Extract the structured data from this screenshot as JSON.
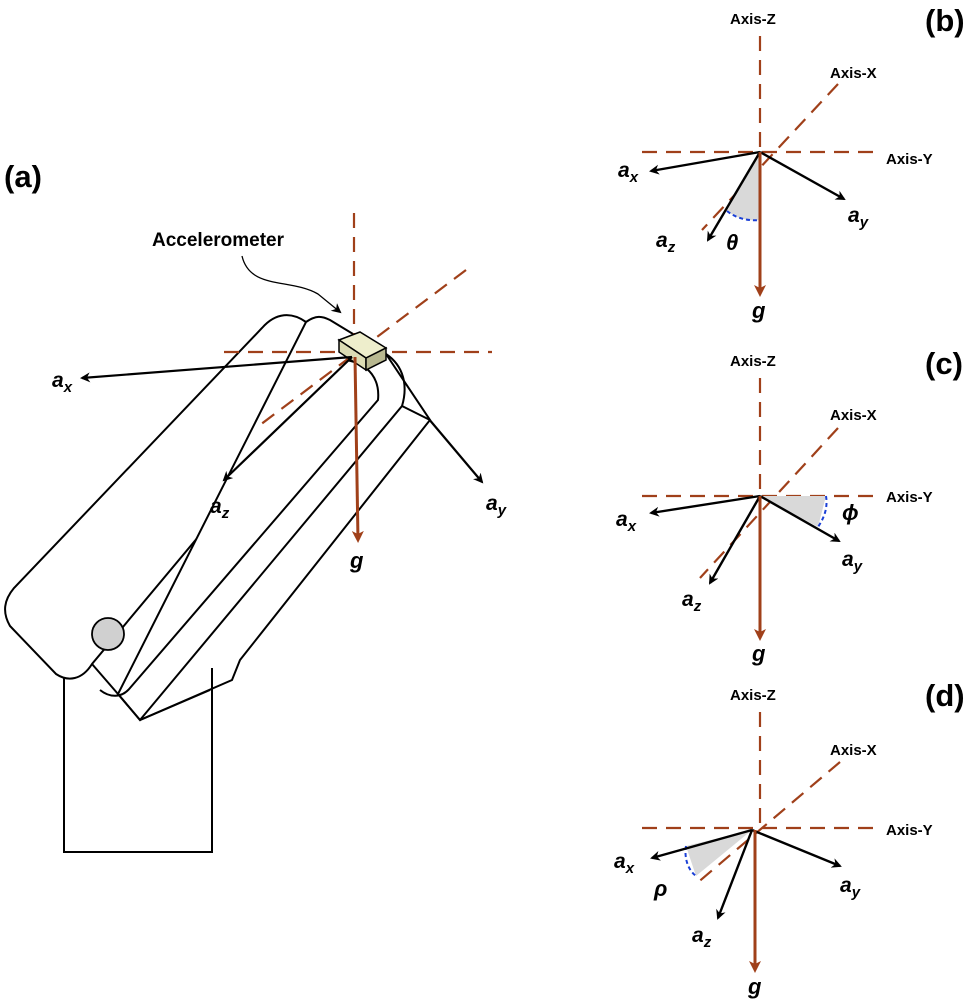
{
  "panels": {
    "a": {
      "label": "(a)",
      "sensor_label": "Accelerometer",
      "vectors": {
        "ax": {
          "base": "a",
          "sub": "x"
        },
        "ay": {
          "base": "a",
          "sub": "y"
        },
        "az": {
          "base": "a",
          "sub": "z"
        },
        "g": "g"
      }
    },
    "b": {
      "label": "(b)",
      "axes": {
        "z": "Axis-Z",
        "x": "Axis-X",
        "y": "Axis-Y"
      },
      "vectors": {
        "ax": {
          "base": "a",
          "sub": "x"
        },
        "ay": {
          "base": "a",
          "sub": "y"
        },
        "az": {
          "base": "a",
          "sub": "z"
        },
        "g": "g"
      },
      "angle": "θ"
    },
    "c": {
      "label": "(c)",
      "axes": {
        "z": "Axis-Z",
        "x": "Axis-X",
        "y": "Axis-Y"
      },
      "vectors": {
        "ax": {
          "base": "a",
          "sub": "x"
        },
        "ay": {
          "base": "a",
          "sub": "y"
        },
        "az": {
          "base": "a",
          "sub": "z"
        },
        "g": "g"
      },
      "angle": "ϕ"
    },
    "d": {
      "label": "(d)",
      "axes": {
        "z": "Axis-Z",
        "x": "Axis-X",
        "y": "Axis-Y"
      },
      "vectors": {
        "ax": {
          "base": "a",
          "sub": "x"
        },
        "ay": {
          "base": "a",
          "sub": "y"
        },
        "az": {
          "base": "a",
          "sub": "z"
        },
        "g": "g"
      },
      "angle": "ρ"
    }
  },
  "colors": {
    "axis_dash": "#a0401a",
    "gravity": "#a0401a",
    "vector": "#000000",
    "angle_fill": "#d9d9d9",
    "angle_arc": "#1a3fd6",
    "sensor_fill": "#dcdcb4"
  }
}
